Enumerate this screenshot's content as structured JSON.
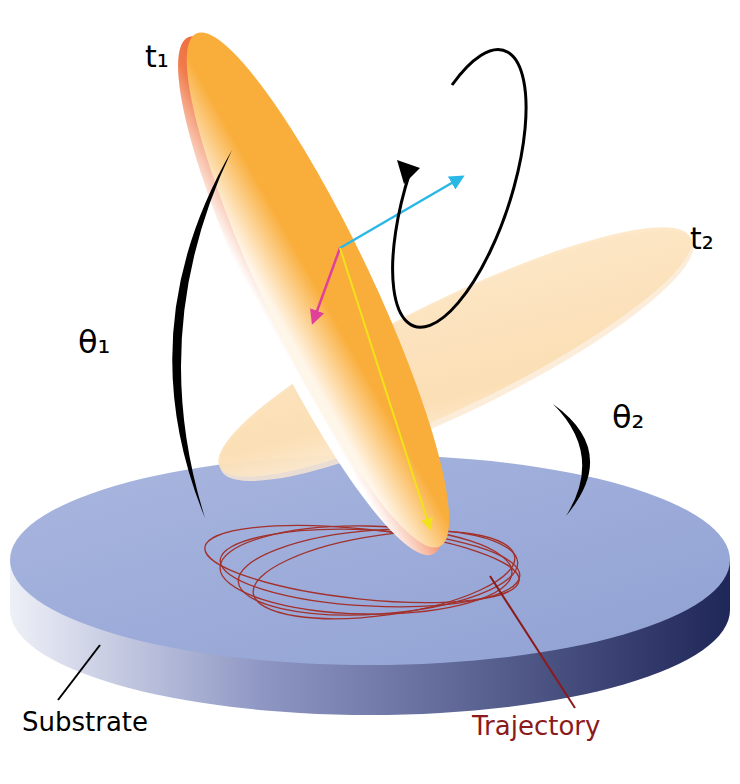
{
  "diagram": {
    "labels": [
      "t₁",
      "t₂",
      "θ₁",
      "θ₂",
      "Substrate",
      "Trajectory"
    ]
  }
}
